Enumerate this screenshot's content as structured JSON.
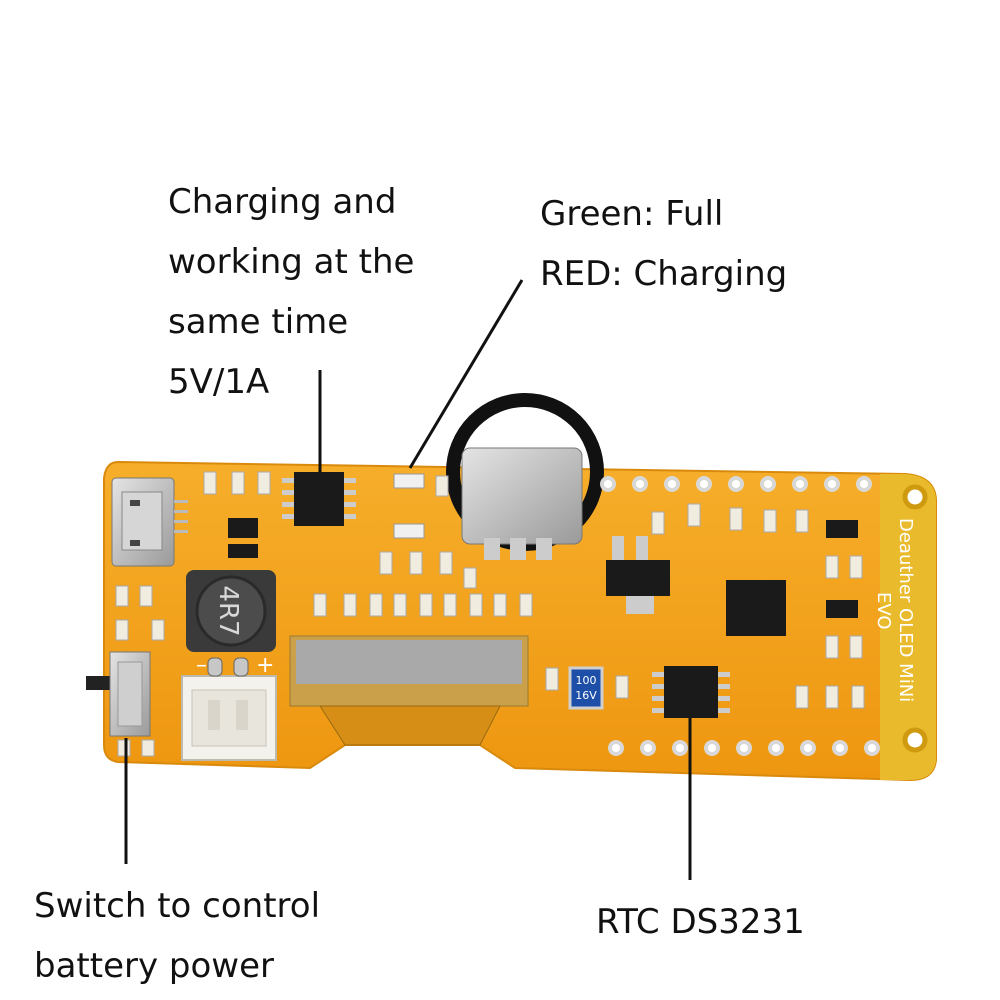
{
  "labels": {
    "charging": [
      "Charging and",
      "working at the",
      "same time",
      "5V/1A"
    ],
    "led": [
      "Green: Full",
      "RED: Charging"
    ],
    "switch": [
      "Switch to control",
      "battery power"
    ],
    "rtc": "RTC DS3231"
  },
  "board": {
    "silkscreen": [
      "Deauther OLED MiNi",
      "EVO"
    ],
    "inductor_marking": "4R7",
    "capacitor_marking": [
      "100",
      "16V"
    ],
    "connector_marks": [
      "–",
      "+"
    ]
  },
  "colors": {
    "pcb": "#f2a21b",
    "pcb_edge": "#e8b732",
    "chip": "#1a1a1a",
    "metal": "#bdbdbd"
  }
}
